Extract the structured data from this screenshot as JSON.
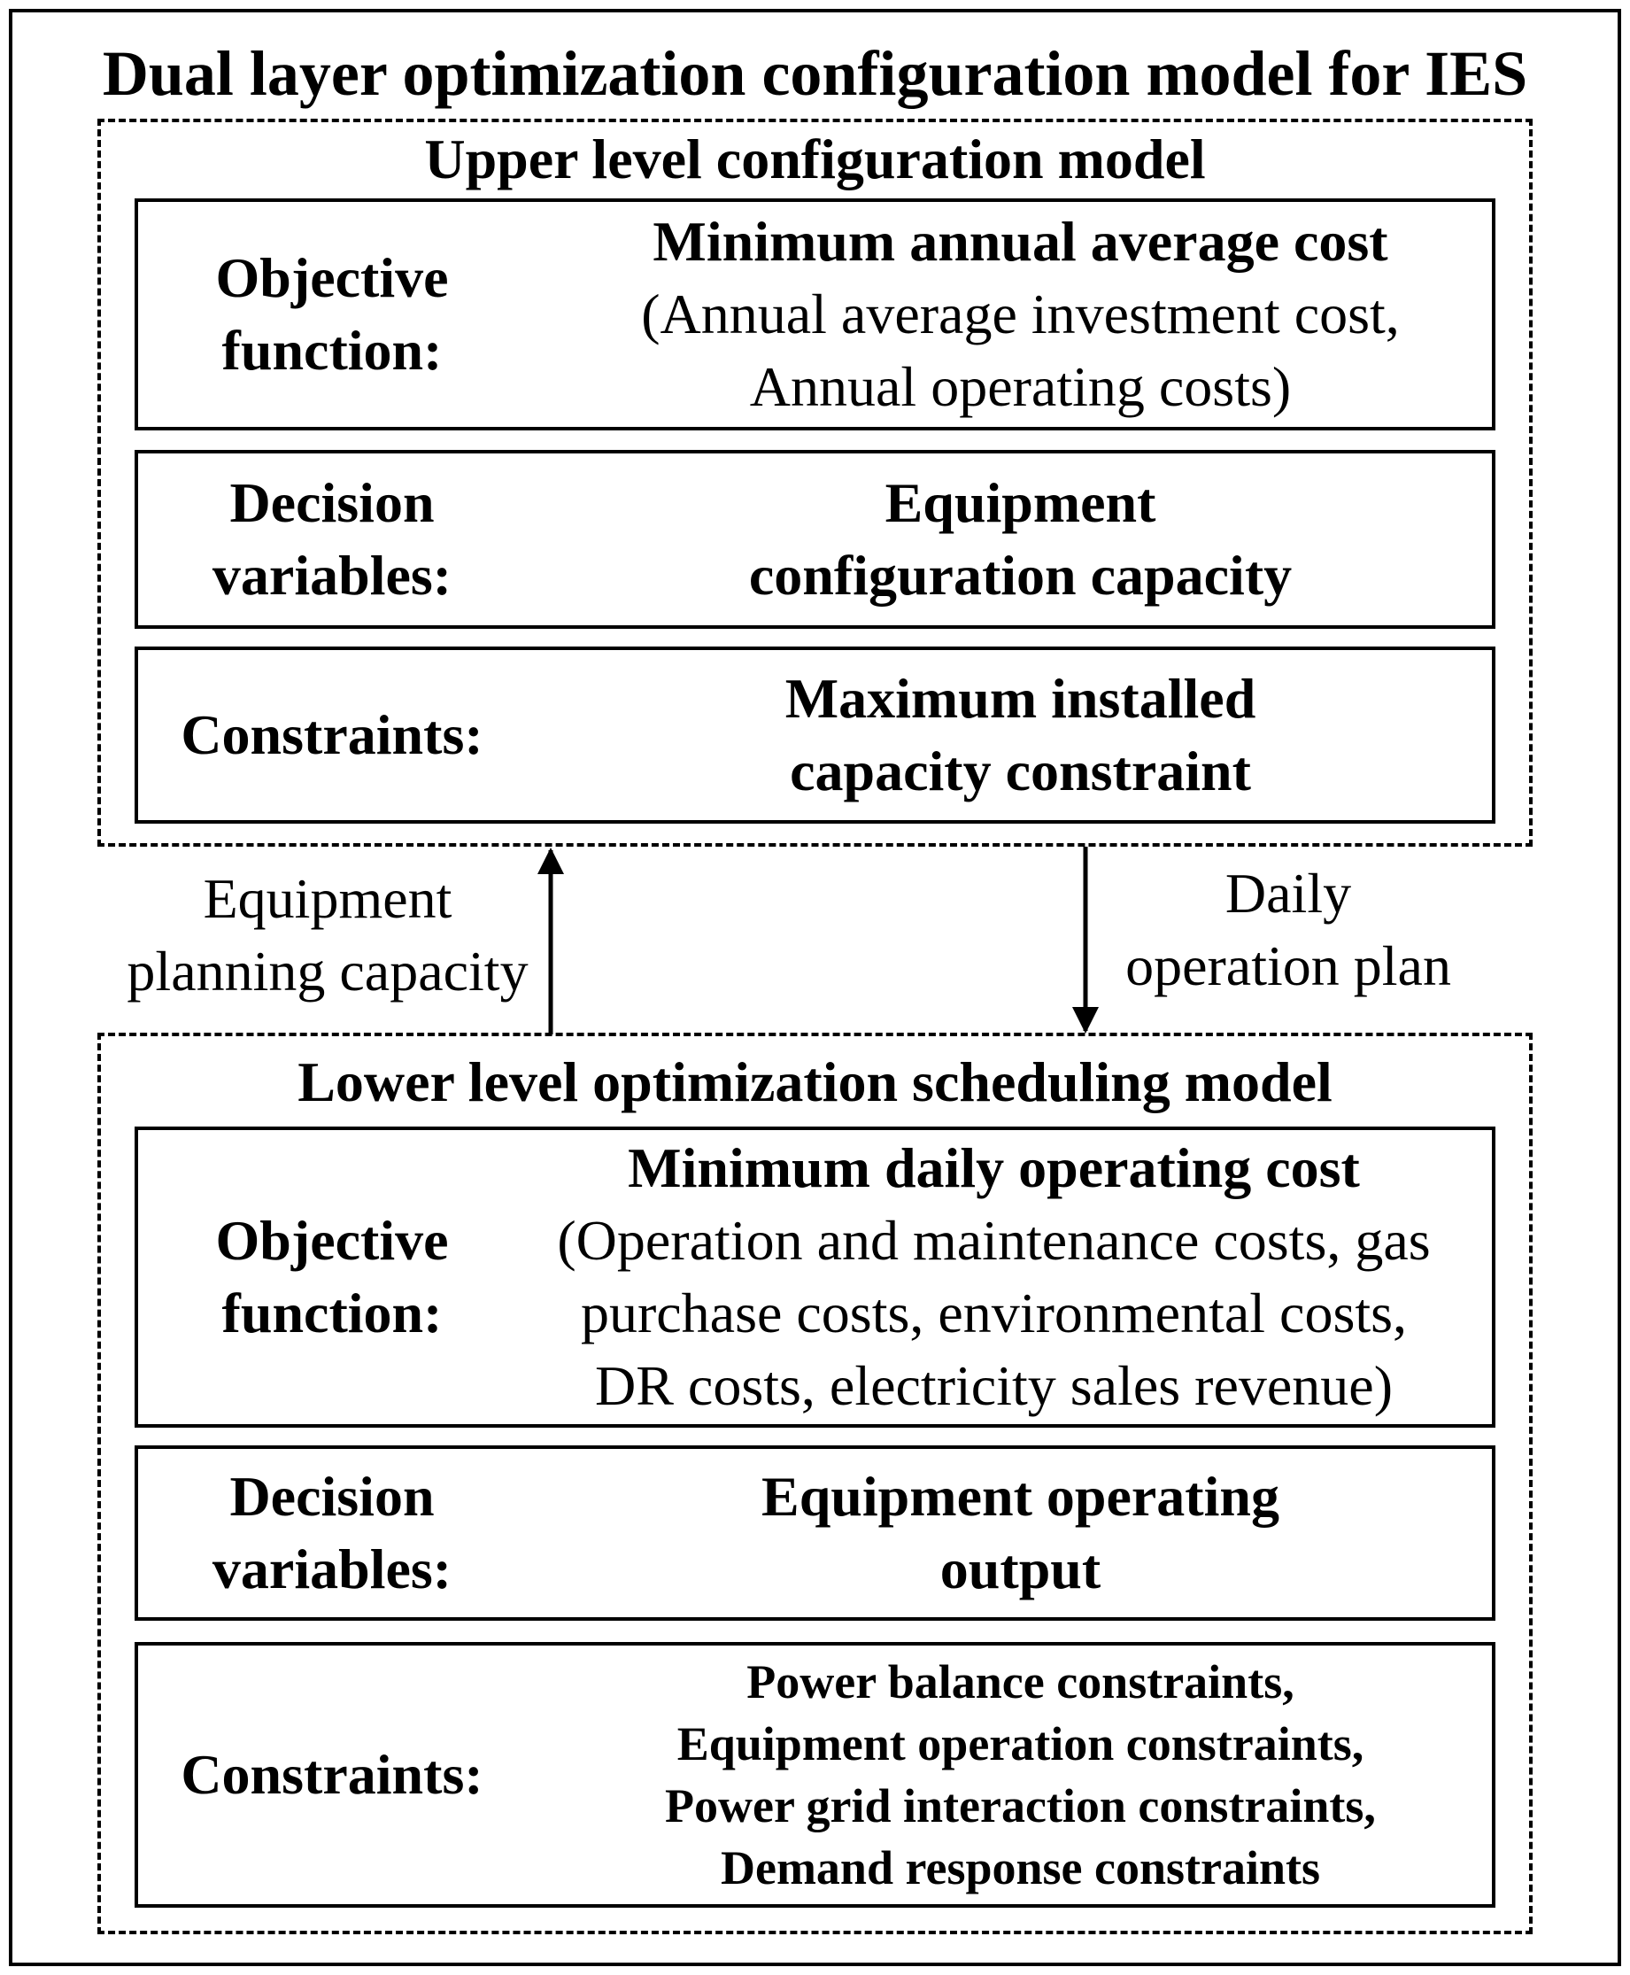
{
  "title": "Dual layer optimization configuration model for IES",
  "upper": {
    "title": "Upper level configuration model",
    "rows": [
      {
        "label": [
          "Objective",
          "function:"
        ],
        "value_bold": "Minimum annual average cost",
        "value_normal": [
          "(Annual average investment cost,",
          "Annual operating costs)"
        ]
      },
      {
        "label": [
          "Decision",
          "variables:"
        ],
        "value_bold": [
          "Equipment",
          "configuration capacity"
        ]
      },
      {
        "label": [
          "Constraints:"
        ],
        "value_bold": [
          "Maximum installed",
          "capacity constraint"
        ]
      }
    ]
  },
  "links": {
    "up_label": [
      "Equipment",
      "planning capacity"
    ],
    "down_label": [
      "Daily",
      "operation plan"
    ]
  },
  "lower": {
    "title": "Lower level optimization scheduling model",
    "rows": [
      {
        "label": [
          "Objective",
          "function:"
        ],
        "value_bold": "Minimum daily operating cost",
        "value_normal": [
          "(Operation and maintenance costs, gas",
          "purchase costs, environmental costs,",
          "DR costs, electricity sales revenue)"
        ]
      },
      {
        "label": [
          "Decision",
          "variables:"
        ],
        "value_bold": [
          "Equipment operating",
          "output"
        ]
      },
      {
        "label": [
          "Constraints:"
        ],
        "value_bold": [
          "Power balance constraints,",
          "Equipment operation constraints,",
          "Power grid interaction constraints,",
          "Demand response constraints"
        ]
      }
    ]
  }
}
